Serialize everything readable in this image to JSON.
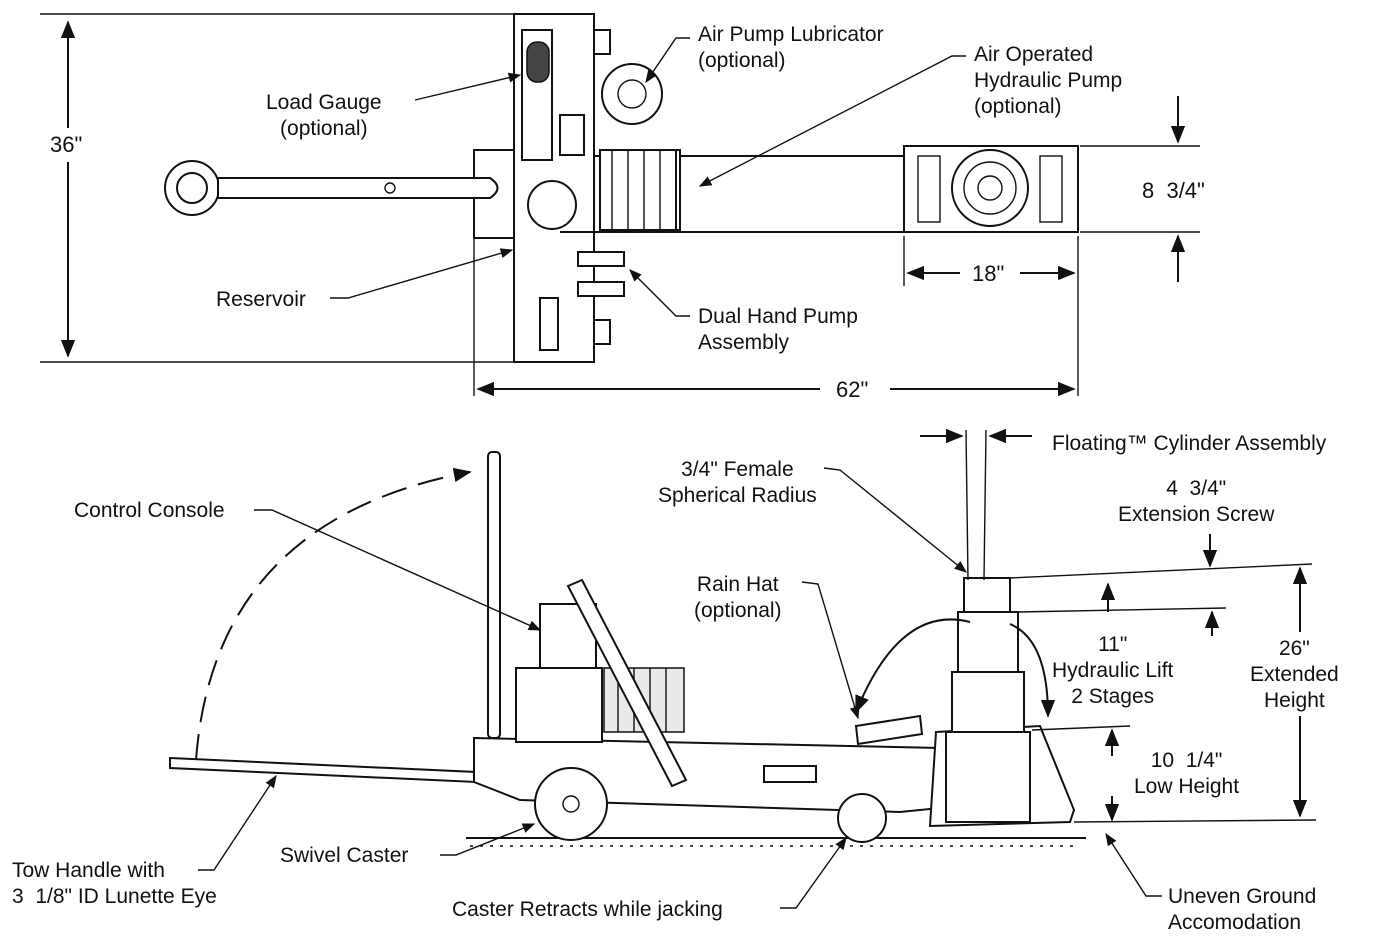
{
  "top_view": {
    "labels": {
      "load_gauge": "Load Gauge\n(optional)",
      "air_pump_lubricator": "Air Pump Lubricator\n(optional)",
      "air_operated_pump": "Air Operated\nHydraulic Pump\n(optional)",
      "reservoir": "Reservoir",
      "dual_hand_pump": "Dual Hand Pump\nAssembly"
    },
    "dimensions": {
      "width_36": "36\"",
      "depth_8_3_4": "8  3/4\"",
      "length_18": "18\"",
      "length_62": "62\""
    }
  },
  "side_view": {
    "labels": {
      "control_console": "Control Console",
      "floating_cylinder": "Floating™ Cylinder Assembly",
      "female_radius": "3/4\" Female\nSpherical Radius",
      "rain_hat": "Rain Hat\n(optional)",
      "tow_handle": "Tow Handle with\n3  1/8\" ID Lunette Eye",
      "swivel_caster": "Swivel Caster",
      "caster_retracts": "Caster Retracts while jacking",
      "uneven_ground": "Uneven Ground\nAccomodation"
    },
    "dimensions": {
      "extension_screw": "4  3/4\"\nExtension Screw",
      "hydraulic_lift": "11\"\nHydraulic Lift\n2 Stages",
      "extended_height": "26\"\nExtended\nHeight",
      "low_height": "10  1/4\"\nLow Height"
    }
  }
}
